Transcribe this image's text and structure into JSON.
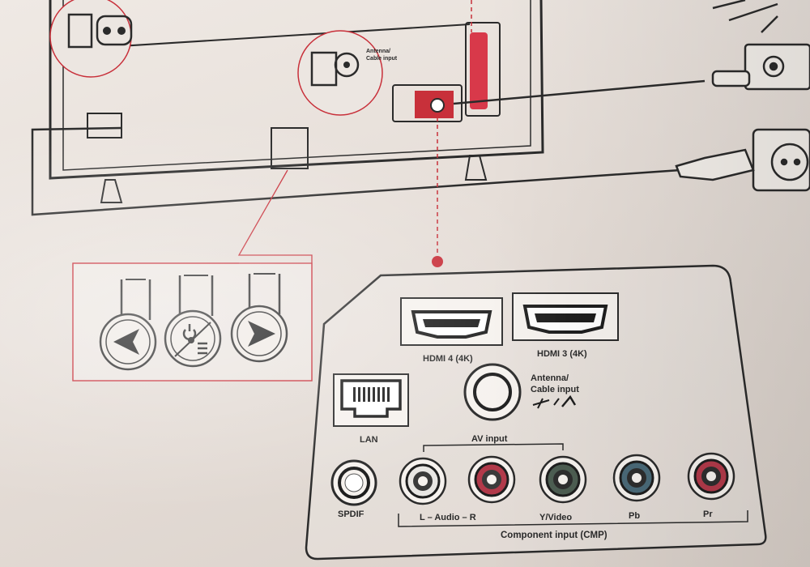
{
  "labels": {
    "hdmi4": "HDMI 4 (4K)",
    "hdmi3": "HDMI 3 (4K)",
    "antenna_line1": "Antenna/",
    "antenna_line2": "Cable input",
    "antenna_small_line1": "Antenna/",
    "antenna_small_line2": "Cable input",
    "lan": "LAN",
    "av_input": "AV input",
    "spdif": "SPDIF",
    "audio_lr": "L – Audio – R",
    "y_video": "Y/Video",
    "pb": "Pb",
    "pr": "Pr",
    "component_input": "Component input (CMP)"
  },
  "colors": {
    "line": "#2b2b2b",
    "accent_red": "#c8303a",
    "jack_red": "#b23a4a",
    "jack_green": "#4d5e52",
    "jack_blue": "#4a6a78",
    "jack_white": "#e8e6e3"
  },
  "icons": {
    "left_button": "triangle-left-icon",
    "power_button": "power-menu-icon",
    "right_button": "triangle-right-icon"
  }
}
